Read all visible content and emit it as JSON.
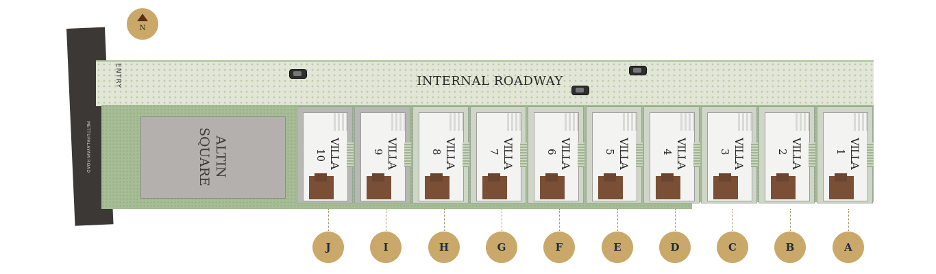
{
  "compass": {
    "label": "N"
  },
  "labels": {
    "internal_roadway": "INTERNAL ROADWAY",
    "entry": "ENTRY",
    "main_road": "METTUPALAYAM ROAD",
    "square": "ALTIN\nSQUARE"
  },
  "villa_word": "VILLA",
  "villas": [
    {
      "number": "10",
      "code": "J"
    },
    {
      "number": "9",
      "code": "I"
    },
    {
      "number": "8",
      "code": "H"
    },
    {
      "number": "7",
      "code": "G"
    },
    {
      "number": "6",
      "code": "F"
    },
    {
      "number": "5",
      "code": "E"
    },
    {
      "number": "4",
      "code": "D"
    },
    {
      "number": "3",
      "code": "C"
    },
    {
      "number": "2",
      "code": "B"
    },
    {
      "number": "1",
      "code": "A"
    }
  ],
  "colors": {
    "badge": "#c9a86a",
    "badge_text": "#1f2a44",
    "lawn": "#a6bd96",
    "deck": "#7a4f36"
  }
}
